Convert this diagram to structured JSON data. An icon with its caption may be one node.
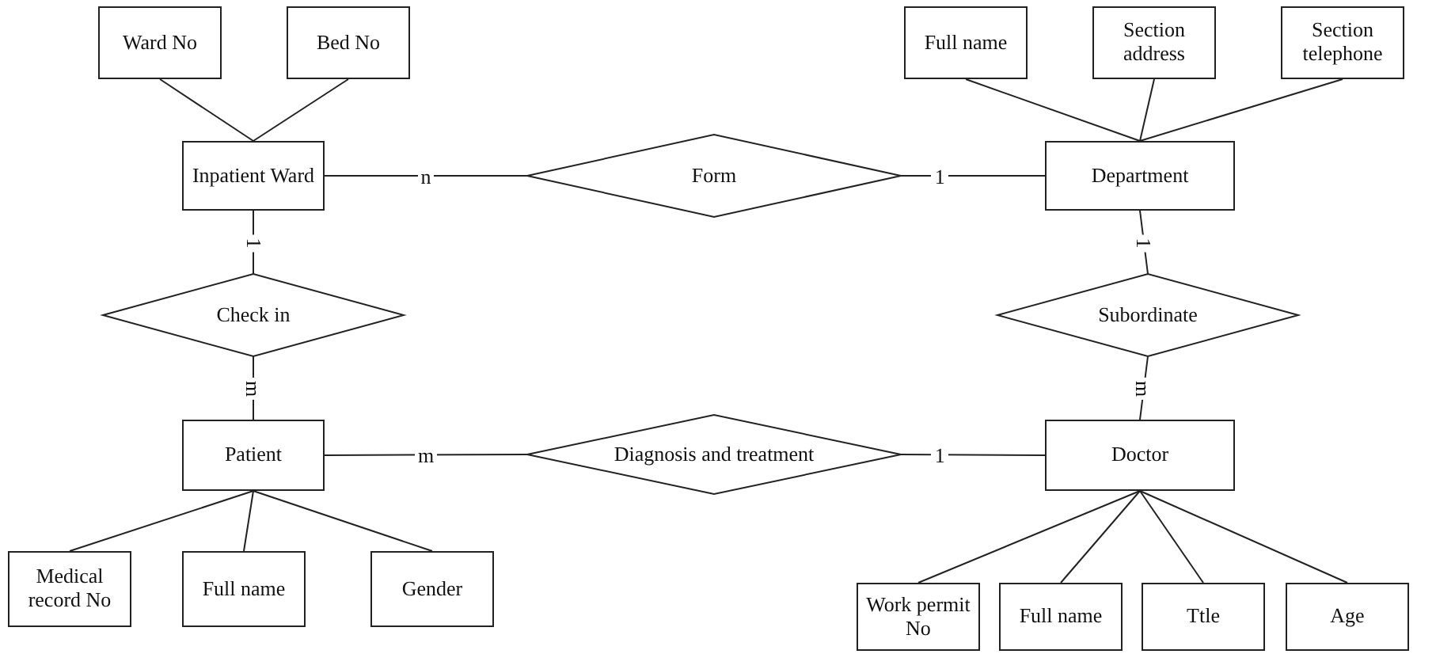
{
  "diagram": {
    "nodes": [
      {
        "text": [
          "Ward No"
        ]
      },
      {
        "text": [
          "Bed No"
        ]
      },
      {
        "text": [
          "Full name"
        ]
      },
      {
        "text": [
          "Section address"
        ]
      },
      {
        "text": [
          "Section telephone"
        ]
      },
      {
        "text": [
          "Inpatient Ward"
        ]
      },
      {
        "text": [
          "Form"
        ]
      },
      {
        "text": [
          "Department"
        ]
      },
      {
        "text": [
          "Check in"
        ]
      },
      {
        "text": [
          "Subordinate"
        ]
      },
      {
        "text": [
          "Patient"
        ]
      },
      {
        "text": [
          "Diagnosis and treatment"
        ]
      },
      {
        "text": [
          "Doctor"
        ]
      },
      {
        "text": [
          "Medical record No"
        ]
      },
      {
        "text": [
          "Full name"
        ]
      },
      {
        "text": [
          "Gender"
        ]
      },
      {
        "text": [
          "Work permit No"
        ]
      },
      {
        "text": [
          "Full name"
        ]
      },
      {
        "text": [
          "Ttle"
        ]
      },
      {
        "text": [
          "Age"
        ]
      }
    ],
    "edges": [
      {
        "from": 0,
        "to": 5,
        "arrow": "none"
      },
      {
        "from": 1,
        "to": 5,
        "arrow": "none"
      },
      {
        "from": 2,
        "to": 7,
        "arrow": "none"
      },
      {
        "from": 3,
        "to": 7,
        "arrow": "none"
      },
      {
        "from": 4,
        "to": 7,
        "arrow": "none"
      },
      {
        "from": 5,
        "to": 6,
        "arrow": "none",
        "label": "n"
      },
      {
        "from": 6,
        "to": 7,
        "arrow": "none",
        "label": "1"
      },
      {
        "from": 5,
        "to": 8,
        "arrow": "none",
        "label": "1"
      },
      {
        "from": 8,
        "to": 10,
        "arrow": "none",
        "label": "m"
      },
      {
        "from": 7,
        "to": 9,
        "arrow": "none",
        "label": "1"
      },
      {
        "from": 9,
        "to": 12,
        "arrow": "none",
        "label": "m"
      },
      {
        "from": 10,
        "to": 11,
        "arrow": "none",
        "label": "m"
      },
      {
        "from": 11,
        "to": 12,
        "arrow": "none",
        "label": "1"
      },
      {
        "from": 10,
        "to": 13,
        "arrow": "none"
      },
      {
        "from": 10,
        "to": 14,
        "arrow": "none"
      },
      {
        "from": 10,
        "to": 15,
        "arrow": "none"
      },
      {
        "from": 12,
        "to": 16,
        "arrow": "none"
      },
      {
        "from": 12,
        "to": 17,
        "arrow": "none"
      },
      {
        "from": 12,
        "to": 18,
        "arrow": "none"
      },
      {
        "from": 12,
        "to": 19,
        "arrow": "none"
      }
    ]
  }
}
